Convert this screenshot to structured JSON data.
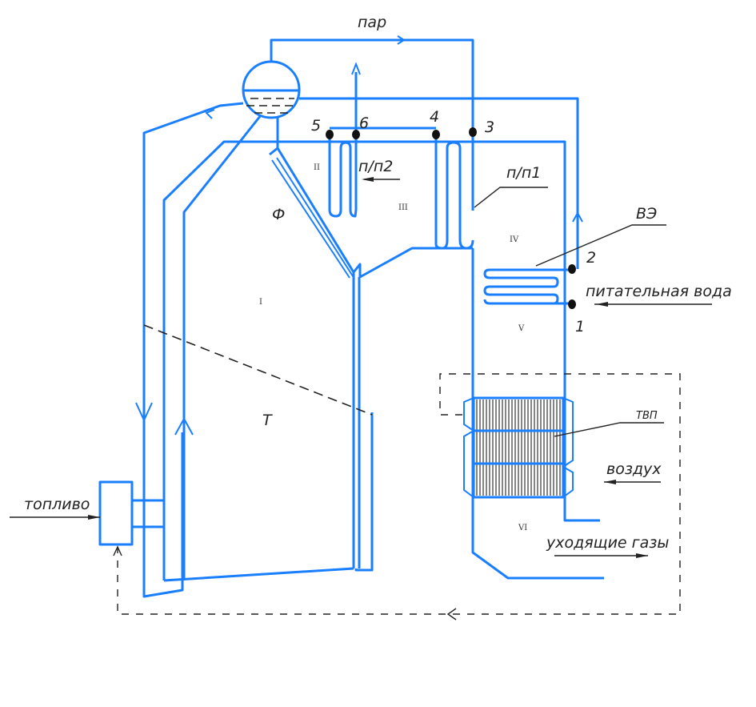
{
  "diagram": {
    "title": "Схема барабанного парового котла",
    "labels": {
      "steam": "пар",
      "furnace_top": "Ф",
      "furnace_bottom": "Т",
      "superheater_2": "п/п2",
      "superheater_1": "п/п1",
      "economizer": "ВЭ",
      "feedwater": "питательная вода",
      "air_heater": "ТВП",
      "air": "воздух",
      "flue_gases": "уходящие газы",
      "fuel": "топливо"
    },
    "zones": [
      "I",
      "II",
      "III",
      "IV",
      "V",
      "VI"
    ],
    "points": [
      "1",
      "2",
      "3",
      "4",
      "5",
      "6"
    ],
    "colors": {
      "pipe": "#1a7fff",
      "annotation": "#222222"
    }
  }
}
